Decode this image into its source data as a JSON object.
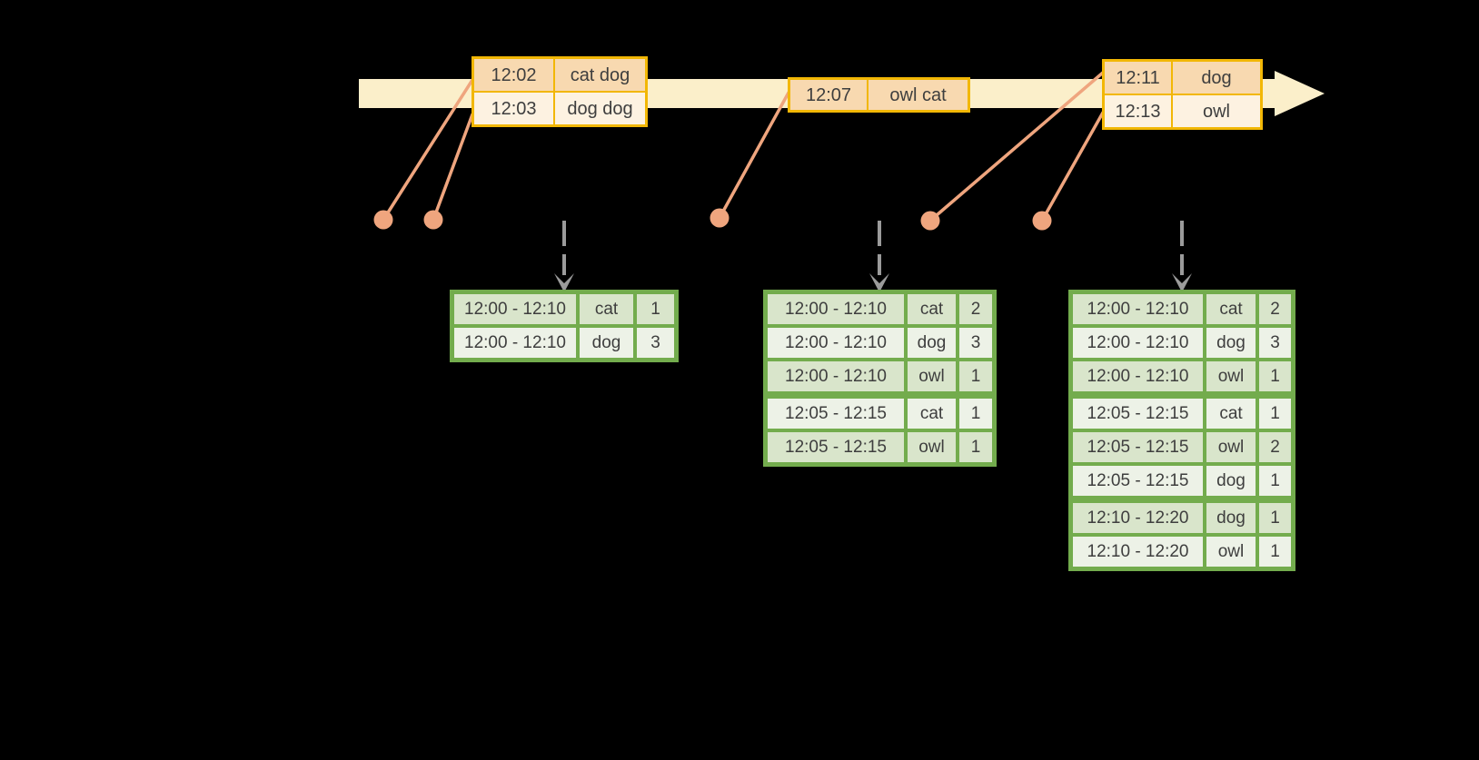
{
  "colors": {
    "background": "#000000",
    "timeline_band": "#fbefca",
    "event_border": "#f2b705",
    "event_row_dark": "#f8d9b0",
    "event_row_light": "#fdf2e1",
    "connector": "#efa57e",
    "drop_arrow": "#9b9b9b",
    "result_border": "#73ac4d",
    "result_row_dark": "#d9e5cb",
    "result_row_light": "#edf2e7",
    "table_text": "#3e3e3e"
  },
  "event_tables": [
    {
      "rows": [
        {
          "time": "12:02",
          "words": "cat dog"
        },
        {
          "time": "12:03",
          "words": "dog dog"
        }
      ]
    },
    {
      "rows": [
        {
          "time": "12:07",
          "words": "owl cat"
        }
      ]
    },
    {
      "rows": [
        {
          "time": "12:11",
          "words": "dog"
        },
        {
          "time": "12:13",
          "words": "owl"
        }
      ]
    }
  ],
  "result_tables": [
    {
      "rows": [
        {
          "window": "12:00 - 12:10",
          "word": "cat",
          "count": "1"
        },
        {
          "window": "12:00 - 12:10",
          "word": "dog",
          "count": "3"
        }
      ]
    },
    {
      "rows": [
        {
          "window": "12:00 - 12:10",
          "word": "cat",
          "count": "2"
        },
        {
          "window": "12:00 - 12:10",
          "word": "dog",
          "count": "3"
        },
        {
          "window": "12:00 - 12:10",
          "word": "owl",
          "count": "1"
        },
        {
          "window": "12:05 - 12:15",
          "word": "cat",
          "count": "1"
        },
        {
          "window": "12:05 - 12:15",
          "word": "owl",
          "count": "1"
        }
      ]
    },
    {
      "rows": [
        {
          "window": "12:00 - 12:10",
          "word": "cat",
          "count": "2"
        },
        {
          "window": "12:00 - 12:10",
          "word": "dog",
          "count": "3"
        },
        {
          "window": "12:00 - 12:10",
          "word": "owl",
          "count": "1"
        },
        {
          "window": "12:05 - 12:15",
          "word": "cat",
          "count": "1"
        },
        {
          "window": "12:05 - 12:15",
          "word": "owl",
          "count": "2"
        },
        {
          "window": "12:05 - 12:15",
          "word": "dog",
          "count": "1"
        },
        {
          "window": "12:10 - 12:20",
          "word": "dog",
          "count": "1"
        },
        {
          "window": "12:10 - 12:20",
          "word": "owl",
          "count": "1"
        }
      ]
    }
  ],
  "icons": {
    "timeline_arrow": "timeline-arrow-icon",
    "drop_arrow": "down-arrow-icon",
    "event_dot": "event-dot-icon"
  }
}
